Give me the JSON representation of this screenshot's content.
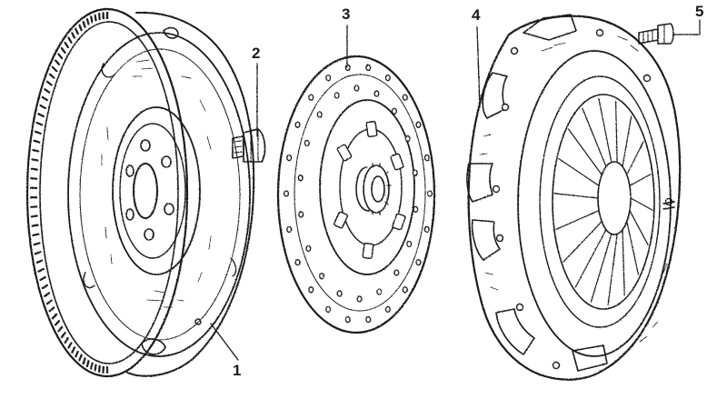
{
  "callouts": {
    "part_1": "1",
    "part_2": "2",
    "part_3": "3",
    "part_4": "4",
    "part_5": "5"
  },
  "colors": {
    "ink": "#1a1a1a",
    "paper": "#ffffff"
  }
}
